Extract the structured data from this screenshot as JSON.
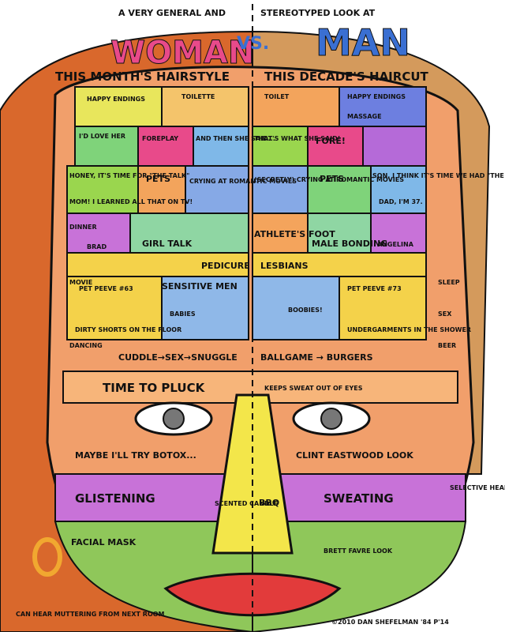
{
  "header": {
    "left_line": "A VERY GENERAL AND",
    "right_line": "STEREOTYPED LOOK AT",
    "woman": "WOMAN",
    "vs": "VS.",
    "man": "MAN"
  },
  "hair": {
    "woman_arc": "THIS MONTH'S HAIRSTYLE",
    "man_arc": "THIS DECADE'S HAIRCUT"
  },
  "woman_brain": {
    "happy_endings": "HAPPY ENDINGS",
    "toilette": "TOILETTE",
    "love_her": "I'D LOVE HER",
    "foreplay": "FOREPLAY",
    "and_then": "AND THEN SHE SAID...",
    "honey": "HONEY, IT'S TIME FOR \"THE TALK\"",
    "mom": "MOM! I LEARNED ALL THAT ON TV!",
    "pets": "PETS",
    "crying": "CRYING AT ROMANTIC MOVIES",
    "dinner": "DINNER",
    "movie": "MOVIE",
    "dancing": "DANCING",
    "brad": "BRAD",
    "girl_talk": "GIRL TALK",
    "pedicure": "PEDICURE",
    "pet_peeve": "PET PEEVE #63",
    "dirty_shorts": "DIRTY SHORTS ON THE FLOOR",
    "sensitive_men": "SENSITIVE MEN",
    "babies": "BABIES",
    "chain": "CUDDLE→SEX→SNUGGLE"
  },
  "man_brain": {
    "toilet": "TOILET",
    "happy_endings": "HAPPY ENDINGS",
    "massage": "MASSAGE",
    "thats_what": "THAT'S WHAT SHE SAID!",
    "fore": "FORE!",
    "secretly": "(SECRETLY) CRYING AT ROMANTIC MOVIES",
    "pets": "PETS",
    "son": "SON, I THINK IT'S TIME WE HAD \"THE TALK\"",
    "dad": "DAD, I'M 37.",
    "athletes_foot": "ATHLETE'S FOOT",
    "male_bonding": "MALE BONDING",
    "angelina": "ANGELINA",
    "lesbians": "LESBIANS",
    "boobies": "BOOBIES!",
    "pet_peeve": "PET PEEVE #73",
    "undergarments": "UNDERGARMENTS IN THE SHOWER",
    "beer": "BEER",
    "sex": "SEX",
    "sleep": "SLEEP",
    "chain": "BALLGAME → BURGERS"
  },
  "face": {
    "time_to_pluck": "TIME TO PLUCK",
    "keeps_sweat": "KEEPS SWEAT OUT OF EYES",
    "botox": "MAYBE I'LL TRY BOTOX...",
    "clint": "CLINT EASTWOOD LOOK",
    "scented_candle": "SCENTED CANDLE",
    "bbq": "BBQ",
    "glistening": "GLISTENING",
    "sweating": "SWEATING",
    "facial_mask": "FACIAL MASK",
    "brett": "BRETT FAVRE LOOK",
    "can_hear": "CAN HEAR MUTTERING FROM NEXT ROOM",
    "selective": "SELECTIVE HEARING",
    "credit": "©2010 DAN SHEFELMAN '84 P'14"
  },
  "colors": {
    "hair": "#d9682c",
    "skin_top": "#f19f6b",
    "purple": "#c872d8",
    "green_beard": "#8fc75a",
    "yellow_nose": "#f3e64a",
    "woman_title": "#e84a8a",
    "man_title": "#3a6fd2"
  }
}
